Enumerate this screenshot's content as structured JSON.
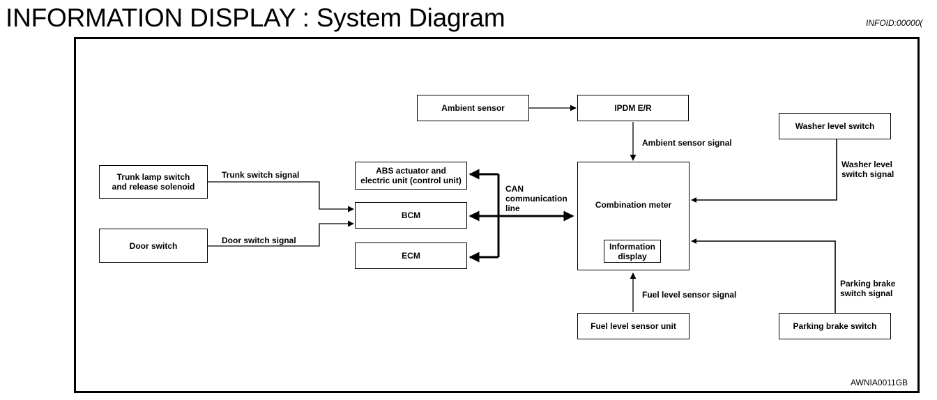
{
  "header": {
    "title": "INFORMATION DISPLAY : System Diagram",
    "doc_id": "INFOID:00000("
  },
  "figure_code": "AWNIA0011GB",
  "blocks": {
    "ambient_sensor": "Ambient sensor",
    "ipdm": "IPDM E/R",
    "washer_switch": "Washer level switch",
    "trunk_lamp_switch": "Trunk lamp switch\nand release solenoid",
    "door_switch": "Door switch",
    "abs_unit": "ABS actuator and\nelectric unit (control unit)",
    "bcm": "BCM",
    "ecm": "ECM",
    "combination_meter": "Combination meter",
    "information_display": "Information\ndisplay",
    "fuel_sensor_unit": "Fuel level sensor unit",
    "parking_brake_switch": "Parking brake switch"
  },
  "signals": {
    "ambient_sensor_signal": "Ambient sensor signal",
    "washer_level_switch_signal": "Washer level\nswitch signal",
    "trunk_switch_signal": "Trunk switch signal",
    "door_switch_signal": "Door switch signal",
    "can_line": "CAN\ncommunication\nline",
    "fuel_level_sensor_signal": "Fuel level sensor signal",
    "parking_brake_switch_signal": "Parking brake\nswitch signal"
  }
}
